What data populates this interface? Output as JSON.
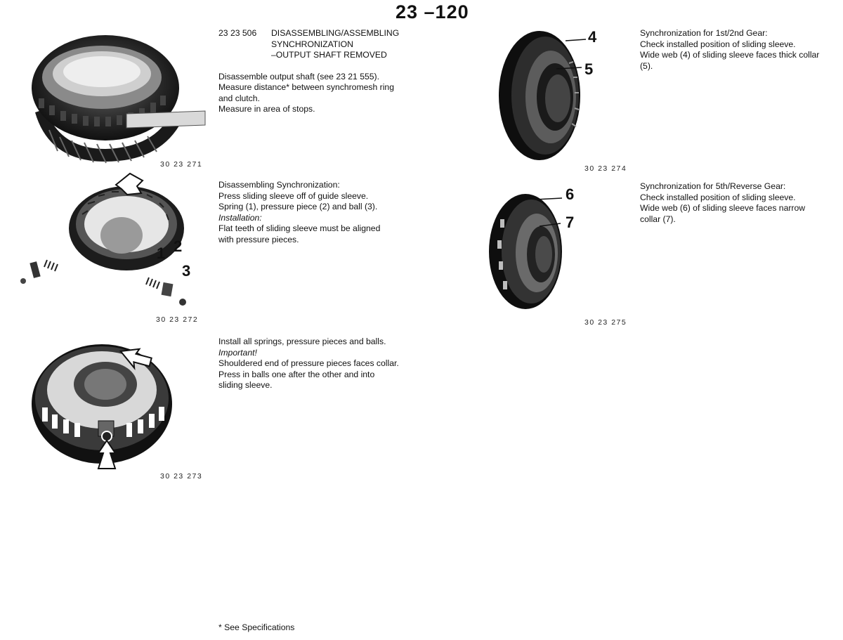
{
  "page_number": "23 –120",
  "sections": {
    "s1": {
      "code": "23 23 506",
      "title_lines": [
        "DISASSEMBLING/ASSEMBLING",
        "SYNCHRONIZATION",
        "–OUTPUT SHAFT REMOVED"
      ],
      "lines": [
        "Disassemble output shaft (see 23 21 555).",
        "Measure distance* between synchromesh ring",
        "and clutch.",
        "Measure in area of stops."
      ],
      "figure_no": "30 23 271"
    },
    "s2": {
      "lines": [
        "Disassembling Synchronization:",
        "Press sliding sleeve off of guide sleeve.",
        "Spring (1), pressure piece (2) and ball (3)."
      ],
      "italic": "Installation:",
      "lines_after": [
        "Flat teeth of sliding sleeve must be aligned",
        "with pressure pieces."
      ],
      "figure_no": "30 23 272",
      "callouts": [
        "1",
        "2",
        "3"
      ]
    },
    "s3": {
      "line1": "Install all springs, pressure pieces and balls.",
      "italic": "Important!",
      "lines_after": [
        "Shouldered end of pressure pieces faces collar.",
        "Press in balls one after the other and into",
        "sliding sleeve."
      ],
      "figure_no": "30 23 273"
    },
    "s4": {
      "lines": [
        "Synchronization for 1st/2nd Gear:",
        "Check installed position of sliding sleeve.",
        "Wide web (4) of sliding sleeve faces thick collar",
        "(5)."
      ],
      "figure_no": "30 23 274",
      "callouts": [
        "4",
        "5"
      ]
    },
    "s5": {
      "lines": [
        "Synchronization for 5th/Reverse Gear:",
        "Check installed position of sliding sleeve.",
        "Wide web (6) of sliding sleeve faces narrow",
        "collar (7)."
      ],
      "figure_no": "30 23 275",
      "callouts": [
        "6",
        "7"
      ]
    }
  },
  "footnote": "* See Specifications"
}
